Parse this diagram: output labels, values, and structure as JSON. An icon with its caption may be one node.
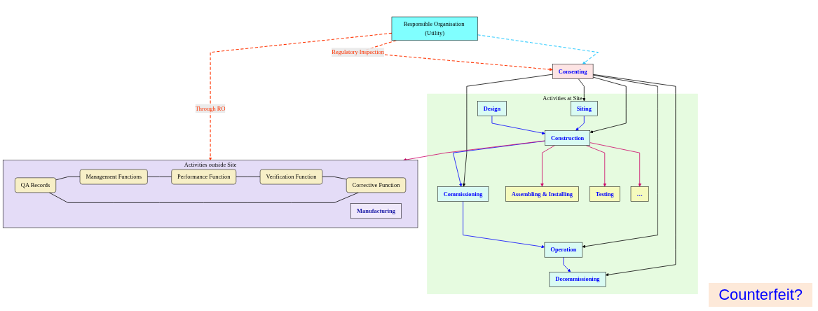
{
  "diagram": {
    "nodes": [
      {
        "text": [
          "Consenting"
        ]
      },
      {
        "text": [
          "Activities at Site"
        ]
      },
      {
        "text": [
          "Siting"
        ],
        "in": 1
      },
      {
        "text": [
          "Commissioning"
        ],
        "in": 1
      },
      {
        "text": [
          "Decommissioning"
        ],
        "in": 1
      },
      {
        "text": [
          "Construction"
        ],
        "in": 1
      },
      {
        "text": [
          "Operation"
        ],
        "in": 1
      },
      {
        "text": [
          "Design"
        ],
        "in": 1
      },
      {
        "text": [
          "Assembling & Installing"
        ],
        "in": 1
      },
      {
        "text": [
          "Testing"
        ],
        "in": 1
      },
      {
        "text": [
          "…"
        ],
        "in": 1
      },
      {
        "text": [
          "Responsible Organisation (Utility)"
        ]
      },
      {
        "text": [
          "Activities outside Site"
        ]
      },
      {
        "text": [
          "QA Records"
        ],
        "in": 12
      },
      {
        "text": [
          "Corrective Function"
        ],
        "in": 12
      },
      {
        "text": [
          "Manufacturing"
        ],
        "in": 12
      },
      {
        "text": [
          "Management Functions"
        ],
        "in": 12
      },
      {
        "text": [
          "Verification Function"
        ],
        "in": 12
      },
      {
        "text": [
          "Performance Function"
        ],
        "in": 12
      }
    ],
    "edges": [
      {
        "from": 11,
        "to": 0,
        "arrow": "to",
        "style": "dashed",
        "color": "#33ccff"
      },
      {
        "from": 11,
        "to": 0,
        "arrow": "to",
        "label": "Regulatory Inspection",
        "style": "dashed",
        "color": "#ff3300"
      },
      {
        "from": 0,
        "to": 2,
        "arrow": "to"
      },
      {
        "from": 0,
        "to": 5,
        "arrow": "to"
      },
      {
        "from": 0,
        "to": 3,
        "arrow": "to"
      },
      {
        "from": 0,
        "to": 6,
        "arrow": "to"
      },
      {
        "from": 0,
        "to": 4,
        "arrow": "to"
      },
      {
        "from": 2,
        "to": 5,
        "arrow": "to",
        "color": "#0000ff"
      },
      {
        "from": 7,
        "to": 5,
        "arrow": "to",
        "color": "#0000ff"
      },
      {
        "from": 5,
        "to": 3,
        "arrow": "to",
        "color": "#0000ff"
      },
      {
        "from": 3,
        "to": 6,
        "arrow": "to",
        "color": "#0000ff"
      },
      {
        "from": 6,
        "to": 4,
        "arrow": "to",
        "color": "#0000ff"
      },
      {
        "from": 5,
        "to": 8,
        "arrow": "to",
        "color": "#cc0066"
      },
      {
        "from": 5,
        "to": 9,
        "arrow": "to",
        "color": "#cc0066"
      },
      {
        "from": 5,
        "to": 10,
        "arrow": "to",
        "color": "#cc0066"
      },
      {
        "from": 5,
        "to": 12,
        "arrow": "to",
        "color": "#cc0066"
      },
      {
        "from": 11,
        "to": 12,
        "arrow": "to",
        "label": "Through RO",
        "style": "dashed",
        "color": "#ff3300"
      },
      {
        "from": 13,
        "to": 16,
        "arrow": "none"
      },
      {
        "from": 16,
        "to": 18,
        "arrow": "none"
      },
      {
        "from": 18,
        "to": 17,
        "arrow": "none"
      },
      {
        "from": 17,
        "to": 14,
        "arrow": "none"
      },
      {
        "from": 14,
        "to": 13,
        "arrow": "none"
      }
    ],
    "labels": [
      "Counterfeit?"
    ]
  }
}
